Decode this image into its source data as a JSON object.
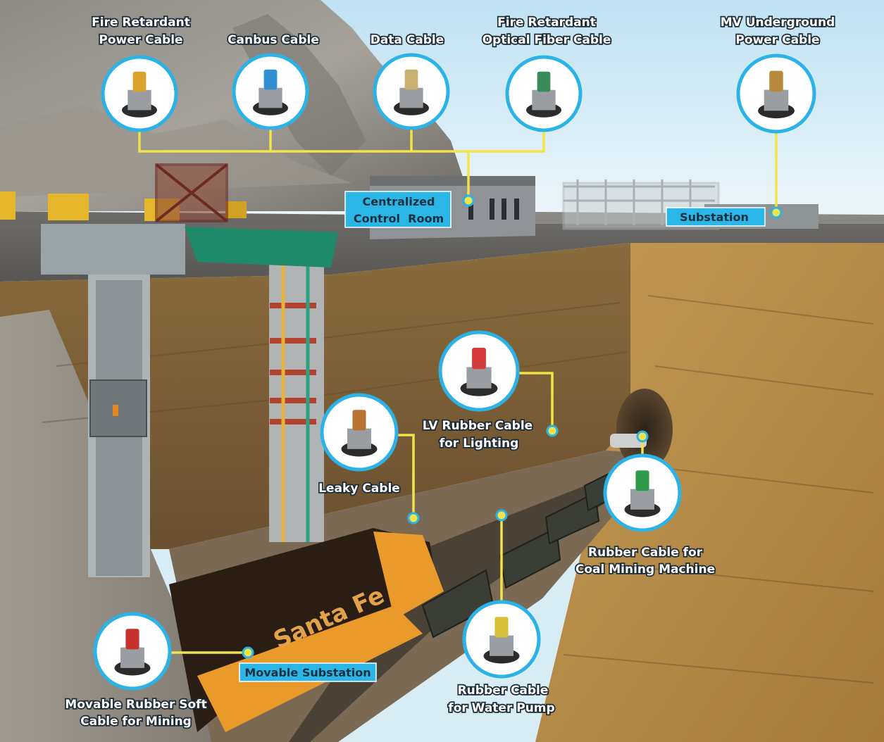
{
  "colors": {
    "accent_yellow": "#f2e34a",
    "ring_blue": "#2bb2e6",
    "label_bg": "#2bb6e8",
    "label_text": "#1b2f3f",
    "outline_text": "#ffffff"
  },
  "cables": [
    {
      "id": "fire-retardant-power-cable",
      "lines": [
        "Fire Retardant",
        "Power Cable"
      ]
    },
    {
      "id": "canbus-cable",
      "lines": [
        "Canbus Cable"
      ]
    },
    {
      "id": "data-cable",
      "lines": [
        "Data Cable"
      ]
    },
    {
      "id": "fire-retardant-optical-fiber-cable",
      "lines": [
        "Fire Retardant",
        "Optical Fiber Cable"
      ]
    },
    {
      "id": "mv-underground-power-cable",
      "lines": [
        "MV Underground",
        "Power Cable"
      ]
    },
    {
      "id": "lv-rubber-cable-for-lighting",
      "lines": [
        "LV Rubber Cable",
        "for Lighting"
      ]
    },
    {
      "id": "leaky-cable",
      "lines": [
        "Leaky Cable"
      ]
    },
    {
      "id": "rubber-cable-for-coal-mining-machine",
      "lines": [
        "Rubber Cable for",
        "Coal Mining Machine"
      ]
    },
    {
      "id": "rubber-cable-for-water-pump",
      "lines": [
        "Rubber Cable",
        "for Water Pump"
      ]
    },
    {
      "id": "movable-rubber-soft-cable-for-mining",
      "lines": [
        "Movable Rubber Soft",
        "Cable for Mining"
      ]
    }
  ],
  "boxes": [
    {
      "id": "centralized-control-room",
      "lines": [
        "Centralized",
        "Control  Room"
      ]
    },
    {
      "id": "substation",
      "lines": [
        "Substation"
      ]
    },
    {
      "id": "movable-substation",
      "lines": [
        "Movable Substation"
      ]
    }
  ],
  "locomotive_text": "Santa Fe"
}
